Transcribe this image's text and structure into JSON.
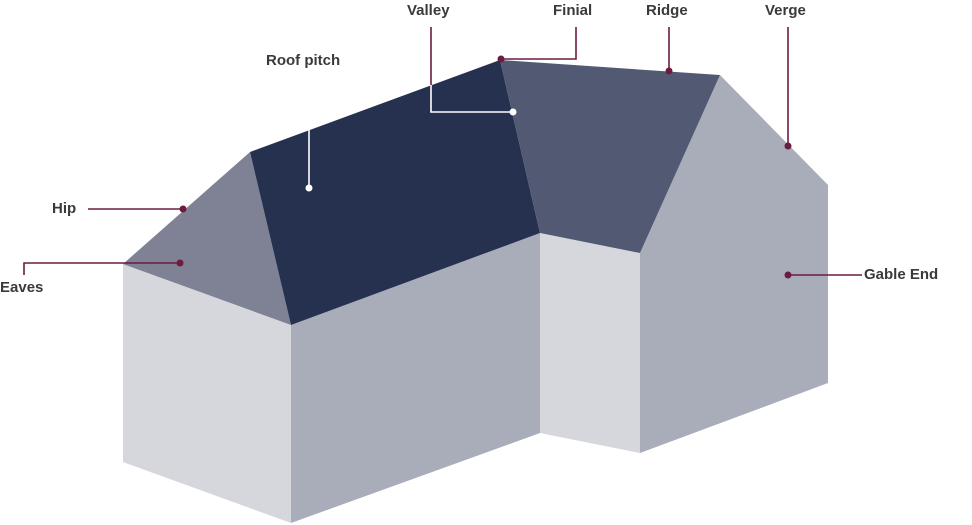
{
  "labels": {
    "valley": "Valley",
    "finial": "Finial",
    "ridge": "Ridge",
    "verge": "Verge",
    "roof_pitch": "Roof pitch",
    "hip": "Hip",
    "eaves": "Eaves",
    "gable_end": "Gable End"
  },
  "colors": {
    "leader": "#6d1b40",
    "roof_dark": "#263150",
    "roof_mid": "#525a73",
    "hip": "#7e8294",
    "wall_light": "#d6d7dd",
    "wall_mid": "#a9adba"
  }
}
